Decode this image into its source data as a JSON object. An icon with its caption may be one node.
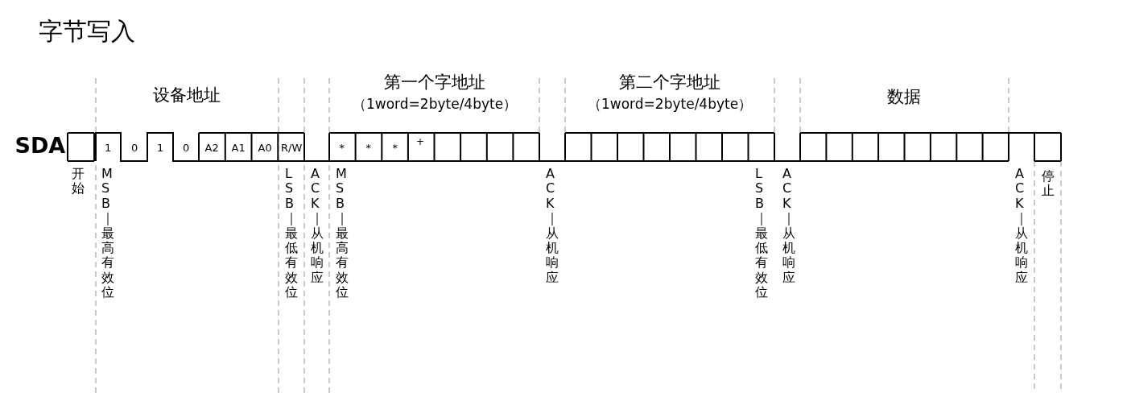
{
  "diagram": {
    "title": "字节写入",
    "labels": [
      "设备地址",
      "第一个字地址",
      "（1word=2byte/4byte）",
      "第二个字地址",
      "（1word=2byte/4byte）",
      "数据",
      "SDA",
      "1",
      "0",
      "1",
      "0",
      "A2",
      "A1",
      "A0",
      "R/W",
      "*",
      "*",
      "*",
      "+",
      "开始",
      "MSB｜最高有效位",
      "LSB｜最低有效位",
      "ACK｜从机响应",
      "MSB｜最高有效位",
      "ACK｜从机响应",
      "LSB｜最低有效位",
      "ACK｜从机响应",
      "ACK｜从机响应",
      "停止"
    ]
  }
}
